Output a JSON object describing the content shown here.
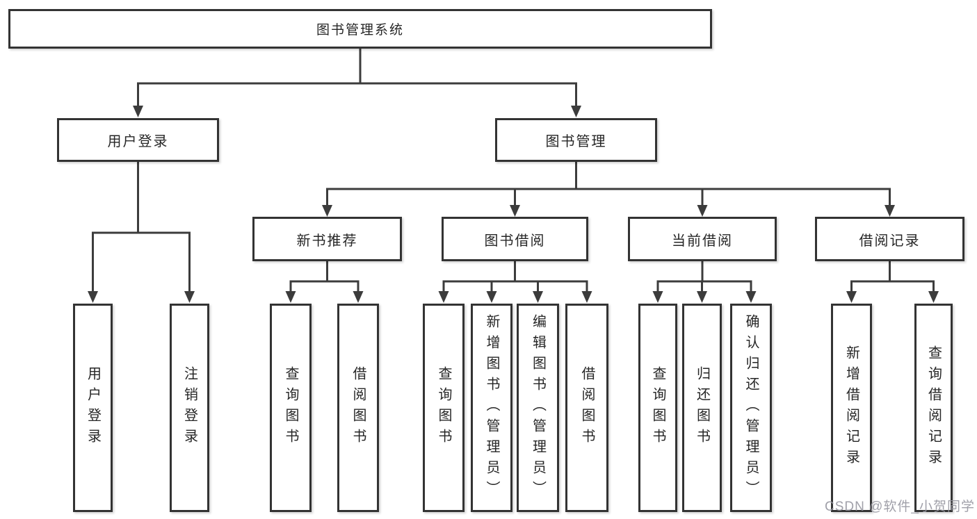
{
  "diagram": {
    "root": {
      "label": "图书管理系统"
    },
    "level1": [
      {
        "id": "user-login",
        "label": "用户登录"
      },
      {
        "id": "book-management",
        "label": "图书管理"
      }
    ],
    "level2": [
      {
        "id": "new-book-recommend",
        "label": "新书推荐"
      },
      {
        "id": "book-borrowing",
        "label": "图书借阅"
      },
      {
        "id": "current-borrowing",
        "label": "当前借阅"
      },
      {
        "id": "borrowing-records",
        "label": "借阅记录"
      }
    ],
    "leaves": {
      "user_login": [
        "用户登录",
        "注销登录"
      ],
      "new_book_recommend": [
        "查询图书",
        "借阅图书"
      ],
      "book_borrowing": [
        "查询图书",
        "新增图书（管理员）",
        "编辑图书（管理员）",
        "借阅图书"
      ],
      "current_borrowing": [
        "查询图书",
        "归还图书",
        "确认归还（管理员）"
      ],
      "borrowing_records": [
        "新增借阅记录",
        "查询借阅记录"
      ]
    }
  },
  "watermark": {
    "text": "CSDN @软件_小贺同学"
  },
  "colors": {
    "line": "#3c3c3c",
    "border": "#333333",
    "text": "#262626",
    "watermark": "#9696a0",
    "background": "#ffffff"
  }
}
